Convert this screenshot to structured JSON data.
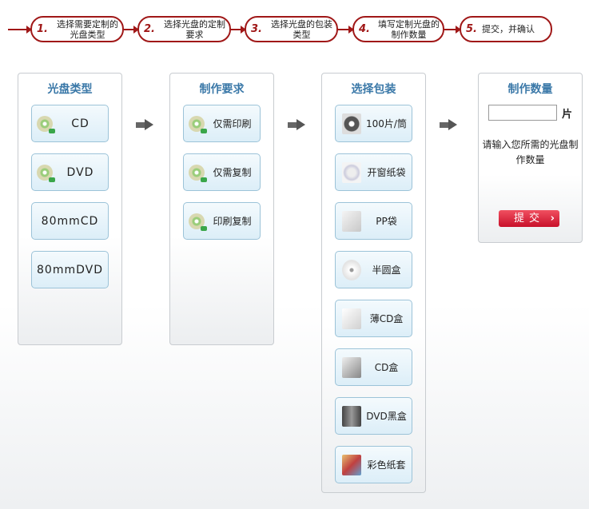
{
  "steps": [
    {
      "num": "1.",
      "text": "选择需要定制的光盘类型"
    },
    {
      "num": "2.",
      "text": "选择光盘的定制要求"
    },
    {
      "num": "3.",
      "text": "选择光盘的包装类型"
    },
    {
      "num": "4.",
      "text": "填写定制光盘的制作数量"
    },
    {
      "num": "5.",
      "text": "提交，并确认"
    }
  ],
  "disc_type": {
    "title": "光盘类型",
    "options": [
      "CD",
      "DVD",
      "80mmCD",
      "80mmDVD"
    ]
  },
  "requirement": {
    "title": "制作要求",
    "options": [
      "仅需印刷",
      "仅需复制",
      "印刷复制"
    ]
  },
  "packaging": {
    "title": "选择包装",
    "options": [
      "100片/筒",
      "开窗纸袋",
      "PP袋",
      "半圆盒",
      "薄CD盒",
      "CD盒",
      "DVD黑盒",
      "彩色纸套"
    ]
  },
  "quantity": {
    "title": "制作数量",
    "value": "",
    "unit": "片",
    "hint": "请输入您所需的光盘制作数量",
    "submit": "提交",
    "submit_chevron": "›"
  }
}
